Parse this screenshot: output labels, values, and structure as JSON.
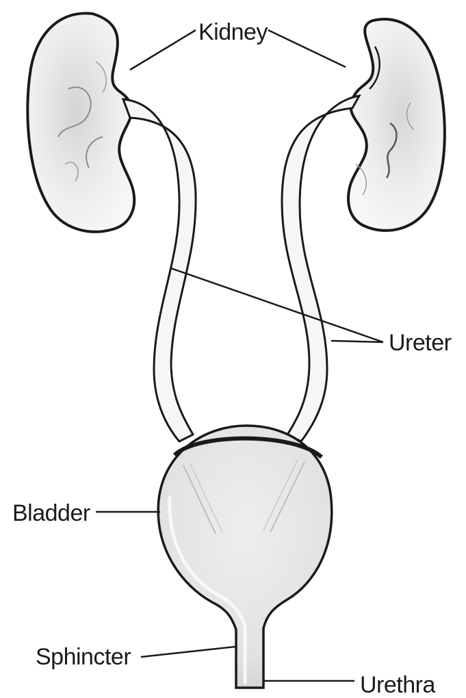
{
  "labels": {
    "kidney": "Kidney",
    "ureter": "Ureter",
    "bladder": "Bladder",
    "sphincter": "Sphincter",
    "urethra": "Urethra"
  },
  "colors": {
    "outline": "#1a1a1a",
    "fill": "#f1f1f1",
    "bladder_fill": "#e6e6e6",
    "shade": "#8a8a8a"
  }
}
